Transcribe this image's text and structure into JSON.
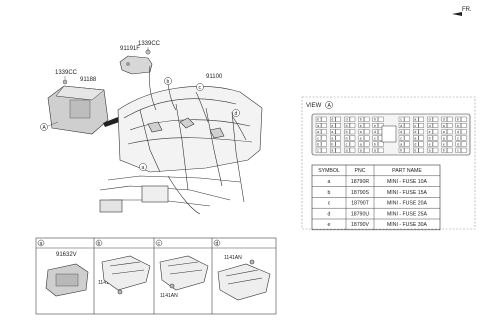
{
  "header": {
    "corner_label": "FR."
  },
  "main_diagram": {
    "part_labels": {
      "bracket_part": "91191F",
      "bolt_top": "1339CC",
      "bolt_left": "1339CC",
      "junction_box": "91188",
      "main_harness": "91100"
    },
    "callouts": [
      "a",
      "b",
      "c",
      "d"
    ],
    "view_marker": "A"
  },
  "view_panel": {
    "title": "VIEW",
    "marker": "A",
    "fuse_rows": [
      [
        "b",
        "d",
        "d",
        "b",
        "b",
        "c",
        "a",
        "d",
        "d",
        "b"
      ],
      [
        "a",
        "e",
        "b",
        "e",
        "e",
        "a",
        "c",
        "d",
        "a",
        "e"
      ],
      [
        "a",
        "a",
        "b",
        "a",
        "d",
        "d",
        "d",
        "e",
        "a",
        "d"
      ],
      [
        "c",
        "a",
        "b",
        "e",
        "c",
        "c",
        "a",
        "b",
        "a",
        "c"
      ],
      [
        "b",
        "b",
        "c",
        "a",
        "b",
        "a",
        "d",
        "e",
        "e",
        "d"
      ],
      [
        "c",
        "a",
        "a",
        "a",
        "a",
        "b",
        "e",
        "a",
        "b",
        "c"
      ]
    ],
    "table": {
      "headers": [
        "SYMBOL",
        "PNC",
        "PART NAME"
      ],
      "rows": [
        [
          "a",
          "18790R",
          "MINI - FUSE 10A"
        ],
        [
          "b",
          "18790S",
          "MINI - FUSE 15A"
        ],
        [
          "c",
          "18790T",
          "MINI - FUSE 20A"
        ],
        [
          "d",
          "18790U",
          "MINI - FUSE 25A"
        ],
        [
          "e",
          "18790V",
          "MINI - FUSE 30A"
        ]
      ]
    }
  },
  "detail_panels": [
    {
      "letter": "a",
      "part": "91632V"
    },
    {
      "letter": "b",
      "part": "1141AN"
    },
    {
      "letter": "c",
      "part": "1141AN"
    },
    {
      "letter": "d",
      "part": "1141AN"
    }
  ]
}
